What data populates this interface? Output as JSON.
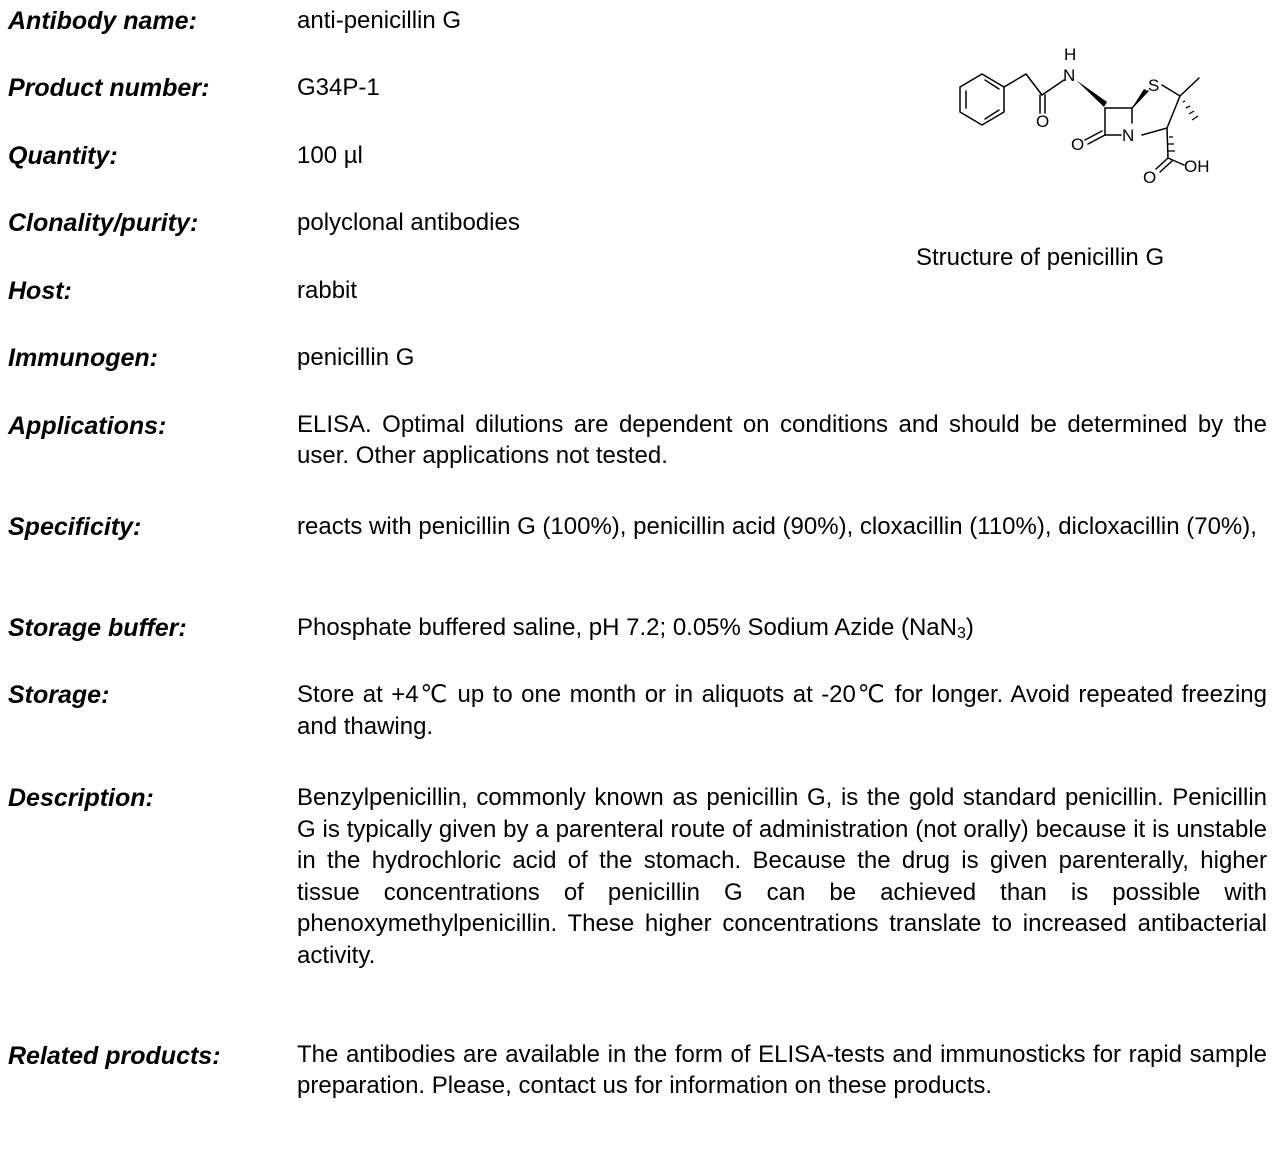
{
  "fields": {
    "antibody_name": {
      "label": "Antibody name:",
      "value": "anti-penicillin G"
    },
    "product_number": {
      "label": "Product number:",
      "value": "G34P-1"
    },
    "quantity": {
      "label": "Quantity:",
      "value": "100 µl"
    },
    "clonality": {
      "label": "Clonality/purity:",
      "value": "polyclonal antibodies"
    },
    "host": {
      "label": "Host:",
      "value": "rabbit"
    },
    "immunogen": {
      "label": "Immunogen:",
      "value": "penicillin G"
    },
    "applications": {
      "label": "Applications:",
      "value": "ELISA. Optimal dilutions are dependent on conditions and should be determined by the user. Other applications not tested."
    },
    "specificity": {
      "label": "Specificity:",
      "value": "reacts with penicillin G (100%), penicillin acid (90%), cloxacillin (110%), dicloxacillin (70%),"
    },
    "storage_buffer": {
      "label": "Storage buffer:",
      "value_main": "Phosphate buffered saline, pH 7.2; 0.05% Sodium Azide (NaN",
      "value_sub": "3",
      "value_end": ")"
    },
    "storage": {
      "label": "Storage:",
      "value": "Store at +4℃ up to one month or in aliquots at -20℃ for longer. Avoid repeated freezing and thawing."
    },
    "description": {
      "label": "Description:",
      "value": "Benzylpenicillin, commonly known as penicillin G, is the gold standard penicillin. Penicillin G is typically given by a parenteral route of administration (not orally) because it is unstable in the hydrochloric acid of the stomach. Because the drug is given parenterally, higher tissue concentrations of penicillin G can be achieved than is possible with phenoxymethylpenicillin. These higher concentrations translate to increased antibacterial activity."
    },
    "related_products": {
      "label": "Related products:",
      "value": "The antibodies are available in the form of ELISA-tests and immunosticks for rapid sample preparation. Please, contact us for information on these products."
    }
  },
  "structure": {
    "caption": "Structure of penicillin G",
    "atoms": {
      "h": "H",
      "n_amide": "N",
      "s": "S",
      "o_amide": "O",
      "o_lactam": "O",
      "n_ring": "N",
      "o_acid": "O",
      "oh": "OH"
    }
  }
}
